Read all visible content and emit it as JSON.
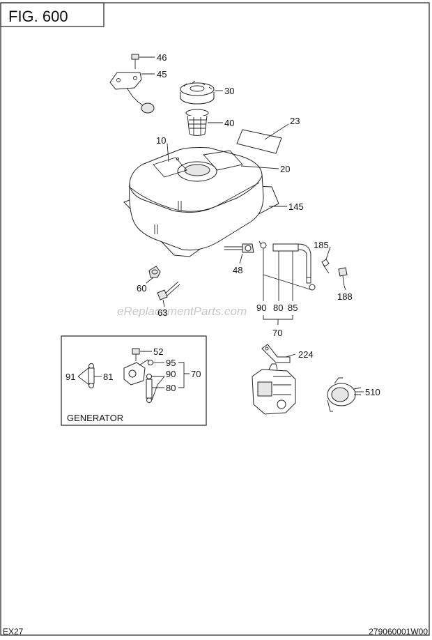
{
  "figure": {
    "title": "FIG. 600",
    "model": "EX27",
    "part_code": "279060001W00",
    "watermark": "eReplacementParts.com"
  },
  "callouts": {
    "c46": "46",
    "c45": "45",
    "c30": "30",
    "c40": "40",
    "c23": "23",
    "c10": "10",
    "c20": "20",
    "c145": "145",
    "c185": "185",
    "c48": "48",
    "c60": "60",
    "c63": "63",
    "c188": "188",
    "c90": "90",
    "c80": "80",
    "c85": "85",
    "c70": "70",
    "c224": "224",
    "c510": "510"
  },
  "generator_box": {
    "label": "GENERATOR",
    "callouts": {
      "c52": "52",
      "c91": "91",
      "c81": "81",
      "c95": "95",
      "c90": "90",
      "c80": "80",
      "c70": "70"
    }
  }
}
